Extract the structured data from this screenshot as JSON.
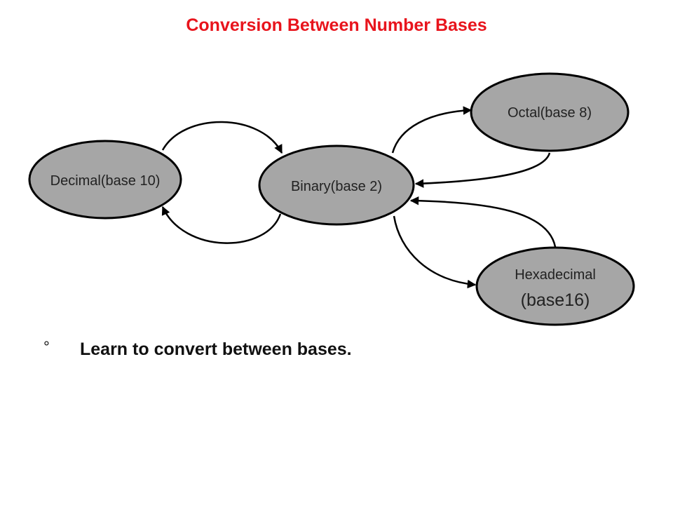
{
  "title": "Conversion Between Number Bases",
  "nodes": {
    "decimal": "Decimal(base 10)",
    "binary": "Binary(base 2)",
    "octal": "Octal(base 8)",
    "hex_line1": "Hexadecimal",
    "hex_line2": "(base16)"
  },
  "bullet": {
    "marker": "°",
    "text": "Learn to convert between bases."
  },
  "colors": {
    "title": "#e8141c",
    "node_fill": "#a6a6a6",
    "node_stroke": "#000000"
  }
}
